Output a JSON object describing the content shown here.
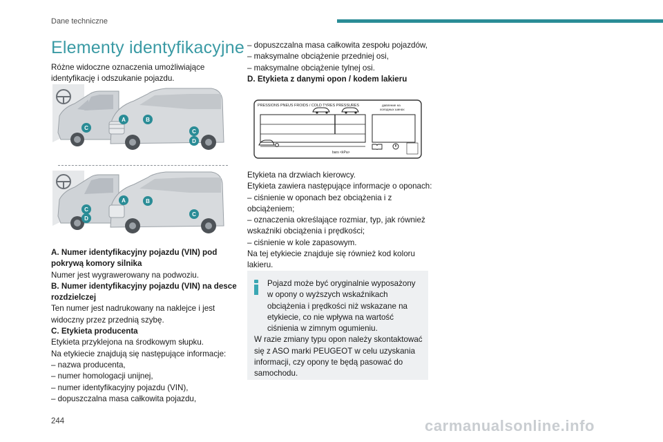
{
  "header": {
    "section": "Dane techniczne",
    "accent_color": "#2a8c96"
  },
  "title": "Elementy identyfikacyjne",
  "intro": "Różne widoczne oznaczenia umożliwiające identyfikację i odszukanie pojazdu.",
  "diagram_markers": {
    "top": [
      "C",
      "A",
      "B",
      "C",
      "D"
    ],
    "bottom": [
      "C",
      "D",
      "A",
      "B",
      "C"
    ],
    "marker_color": "#2a8c96"
  },
  "left": {
    "a_head": "A. Numer identyfikacyjny pojazdu (VIN) pod pokrywą komory silnika",
    "a_body": "Numer jest wygrawerowany na podwoziu.",
    "b_head": "B. Numer identyfikacyjny pojazdu (VIN) na desce rozdzielczej",
    "b_body": "Ten numer jest nadrukowany na naklejce i jest widoczny przez przednią szybę.",
    "c_head": "C. Etykieta producenta",
    "c_body1": "Etykieta przyklejona na środkowym słupku.",
    "c_body2": "Na etykiecie znajdują się następujące informacje:",
    "c_items": [
      "– nazwa producenta,",
      "– numer homologacji unijnej,",
      "– numer identyfikacyjny pojazdu (VIN),",
      "– dopuszczalna masa całkowita pojazdu,"
    ]
  },
  "right": {
    "c_items_cont": [
      "– dopuszczalna masa całkowita zespołu pojazdów,",
      "– maksymalne obciążenie przedniej osi,",
      "– maksymalne obciążenie tylnej osi."
    ],
    "d_head": "D. Etykieta z danymi opon / kodem lakieru",
    "tyre_label": {
      "header": "PRESSIONS PNEUS FROIDS / COLD TYRES PRESSURES",
      "cyr1": "давление на",
      "cyr2": "холодных шинах",
      "units": "bars <kPa>"
    },
    "d_body1": "Etykieta na drzwiach kierowcy.",
    "d_body2": "Etykieta zawiera następujące informacje o oponach:",
    "d_items": [
      "– ciśnienie w oponach bez obciążenia i z obciążeniem;",
      "– oznaczenia określające rozmiar, typ, jak również wskaźniki obciążenia i prędkości;",
      "– ciśnienie w kole zapasowym."
    ],
    "d_body3": "Na tej etykiecie znajduje się również kod koloru lakieru."
  },
  "info_box": {
    "p1": "Pojazd może być oryginalnie wyposażony w opony o wyższych wskaźnikach obciążenia i prędkości niż wskazane na etykiecie, co nie wpływa na wartość ciśnienia w zimnym ogumieniu.",
    "p2": "W razie zmiany typu opon należy skontaktować się z ASO marki PEUGEOT w celu uzyskania informacji, czy opony te będą pasować do samochodu.",
    "icon_color": "#3aa7b3"
  },
  "page_number": "244",
  "watermark": "carmanualsonline.info"
}
